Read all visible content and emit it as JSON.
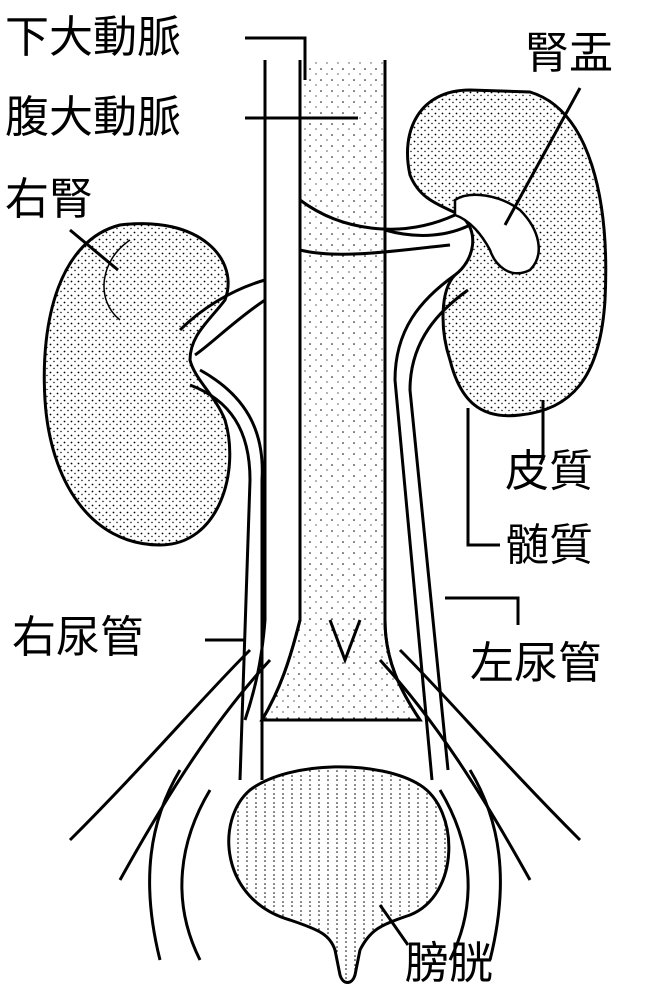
{
  "labels": {
    "inferior_vena_cava": "下大動脈",
    "abdominal_aorta": "腹大動脈",
    "right_kidney": "右腎",
    "renal_pelvis": "腎盂",
    "cortex": "皮質",
    "medulla": "髄質",
    "right_ureter": "右尿管",
    "left_ureter": "左尿管",
    "bladder": "膀胱"
  },
  "colors": {
    "line": "#000000",
    "background": "#ffffff"
  }
}
